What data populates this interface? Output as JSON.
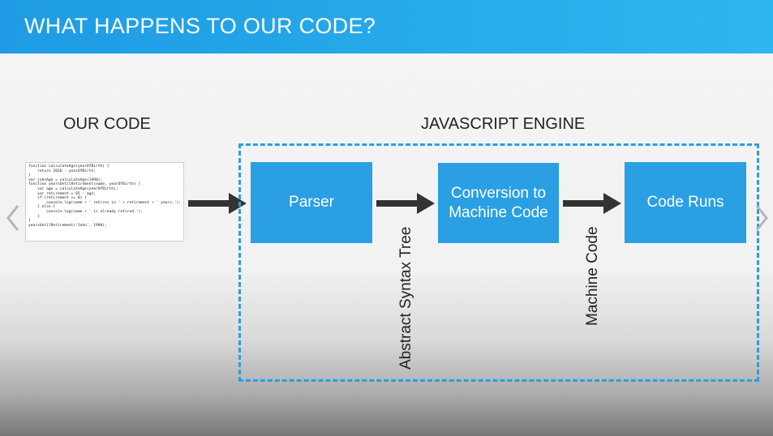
{
  "header": {
    "title": "WHAT HAPPENS TO OUR CODE?"
  },
  "labels": {
    "our_code": "OUR CODE",
    "engine": "JAVASCRIPT ENGINE"
  },
  "code_lines": [
    "function calculateAge(yearOfBirth) {",
    "    return 2016 - yearOfBirth;",
    "}",
    "",
    "var johnAge = calculateAge(1990);",
    "",
    "function yearsUntilRetirement(name, yearOfBirth) {",
    "    var age = calculateAge(yearOfBirth);",
    "    var retirement = 65 - age;",
    "    if (retirement >= 0) {",
    "        console.log(name + ' retires in ' + retirement + ' years.');",
    "    } else {",
    "        console.log(name + ' is already retired.');",
    "    }",
    "}",
    "",
    "yearsUntilRetirement('John', 1990);"
  ],
  "boxes": {
    "parser": "Parser",
    "conversion": "Conversion to Machine Code",
    "runs": "Code Runs"
  },
  "arrow_labels": {
    "ast": "Abstract Syntax Tree",
    "machine": "Machine Code"
  },
  "colors": {
    "accent": "#2a9fe3",
    "header": "#25a8e8"
  },
  "icons": [
    "arrow-right-icon",
    "chevron-left-icon",
    "chevron-right-icon"
  ]
}
